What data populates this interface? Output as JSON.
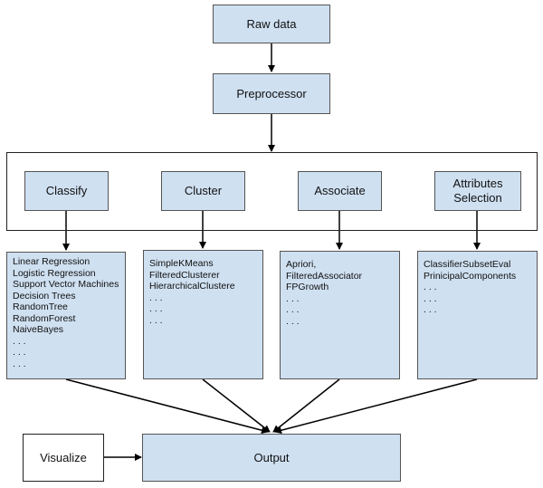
{
  "nodes": {
    "raw": "Raw data",
    "pre": "Preprocessor",
    "classify": "Classify",
    "cluster": "Cluster",
    "associate": "Associate",
    "attributes": "Attributes\nSelection",
    "visualize": "Visualize",
    "output": "Output"
  },
  "lists": {
    "classify": [
      "Linear Regression",
      "Logistic Regression",
      "Support Vector Machines",
      "Decision Trees",
      "RandomTree",
      "RandomForest",
      "NaiveBayes",
      ". . .",
      ". . .",
      ". . ."
    ],
    "cluster": [
      "SimpleKMeans",
      "FilteredClusterer",
      "HierarchicalClustere",
      ". . .",
      ". . .",
      ". . ."
    ],
    "associate": [
      "Apriori,",
      "FilteredAssociator",
      "FPGrowth",
      ". . .",
      ". . .",
      ". . ."
    ],
    "attributes": [
      "ClassifierSubsetEval",
      "PrinicipalComponents",
      ". . .",
      ". . .",
      ". . ."
    ]
  }
}
